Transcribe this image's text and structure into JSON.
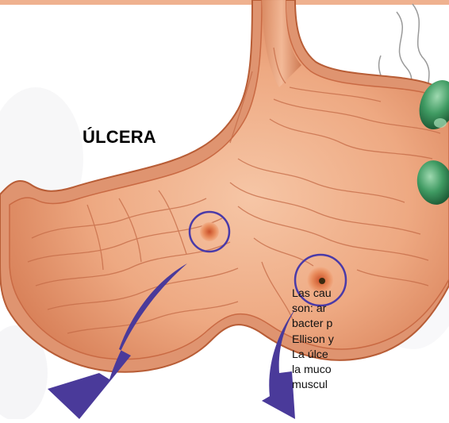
{
  "title": "ÚLCERA",
  "caption_lines": [
    "Las cau",
    "son: ar",
    "bacter p",
    "Ellison y",
    "La úlce",
    "la muco",
    "muscul"
  ],
  "colors": {
    "marker": "#4a3aa8",
    "arrow": "#4a3a9a",
    "stomach_outer": "#e9a57d",
    "stomach_inner": "#f0b593",
    "fold": "#c96a44",
    "bacteria": "#3b8f5a"
  }
}
